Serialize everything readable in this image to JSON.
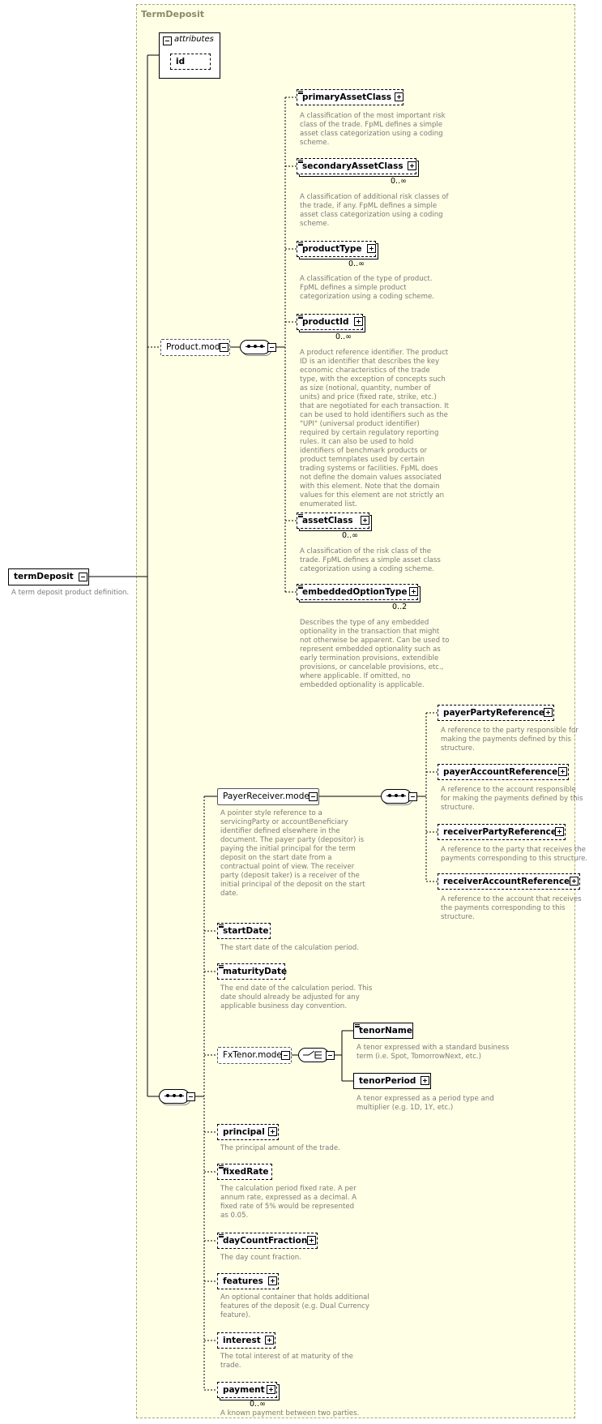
{
  "diagram": {
    "panel_title": "TermDeposit",
    "attributes_label": "attributes",
    "attribute_id": "id",
    "root": {
      "label": "termDeposit",
      "desc": "A term deposit product definition."
    },
    "product_model": {
      "label": "Product.model"
    },
    "product_items": [
      {
        "label": "primaryAssetClass",
        "card": "",
        "desc": "A classification of the most important risk class of the trade. FpML defines a simple asset class categorization using a coding scheme."
      },
      {
        "label": "secondaryAssetClass",
        "card": "0..∞",
        "desc": "A classification of additional risk classes of the trade, if any. FpML defines a simple asset class categorization using a coding scheme."
      },
      {
        "label": "productType",
        "card": "0..∞",
        "desc": "A classification of the type of product. FpML defines a simple product categorization using a coding scheme."
      },
      {
        "label": "productId",
        "card": "0..∞",
        "desc": "A product reference identifier. The product ID is an identifier that describes the key economic characteristics of the trade type, with the exception of concepts such as size (notional, quantity, number of units) and price (fixed rate, strike, etc.) that are negotiated for each transaction. It can be used to hold identifiers such as the \"UPI\" (universal product identifier) required by certain regulatory reporting rules. It can also be used to hold identifiers of benchmark products or product temnplates used by certain trading systems or facilities. FpML does not define the domain values associated with this element. Note that the domain values for this element are not strictly an enumerated list."
      },
      {
        "label": "assetClass",
        "card": "0..∞",
        "desc": "A classification of the risk class of the trade. FpML defines a simple asset class categorization using a coding scheme."
      },
      {
        "label": "embeddedOptionType",
        "card": "0..2",
        "desc": "Describes the type of any embedded optionality in the transaction that might not otherwise be apparent. Can be used to represent embedded optionality such as early termination provisions, extendible provisions, or cancelable provisions, etc., where applicable. If omitted, no embedded optionality is applicable."
      }
    ],
    "payer_receiver_model": {
      "label": "PayerReceiver.model",
      "desc": "A pointer style reference to a servicingParty or accountBeneficiary identifier defined elsewhere in the document. The payer party (depositor) is paying the initial principal for the term deposit on the start date from a contractual point of view. The receiver party (deposit taker) is a receiver of the initial principal of the deposit on the start date."
    },
    "payer_receiver_items": [
      {
        "label": "payerPartyReference",
        "desc": "A reference to the party responsible for making the payments defined by this structure."
      },
      {
        "label": "payerAccountReference",
        "desc": "A reference to the account responsible for making the payments defined by this structure."
      },
      {
        "label": "receiverPartyReference",
        "desc": "A reference to the party that receives the payments corresponding to this structure."
      },
      {
        "label": "receiverAccountReference",
        "desc": "A reference to the account that receives the payments corresponding to this structure."
      }
    ],
    "start_date": {
      "label": "startDate",
      "desc": "The start date of the calculation period."
    },
    "maturity_date": {
      "label": "maturityDate",
      "desc": "The end date of the calculation period. This date should already be adjusted for any applicable business day convention."
    },
    "fx_tenor_model": {
      "label": "FxTenor.model"
    },
    "tenor_items": [
      {
        "label": "tenorName",
        "desc": "A tenor expressed with a standard business term (i.e. Spot, TomorrowNext, etc.)"
      },
      {
        "label": "tenorPeriod",
        "desc": "A tenor expressed as a period type and multiplier (e.g. 1D, 1Y, etc.)"
      }
    ],
    "principal": {
      "label": "principal",
      "desc": "The principal amount of the trade."
    },
    "fixed_rate": {
      "label": "fixedRate",
      "desc": "The calculation period fixed rate. A per annum rate, expressed as a decimal. A fixed rate of 5% would be represented as 0.05."
    },
    "day_count_fraction": {
      "label": "dayCountFraction",
      "desc": "The day count fraction."
    },
    "features": {
      "label": "features",
      "desc": "An optional container that holds additional features of the deposit (e.g. Dual Currency feature)."
    },
    "interest": {
      "label": "interest",
      "desc": "The total interest of at maturity of the trade."
    },
    "payment": {
      "label": "payment",
      "card": "0..∞",
      "desc": "A known payment between two parties."
    }
  }
}
